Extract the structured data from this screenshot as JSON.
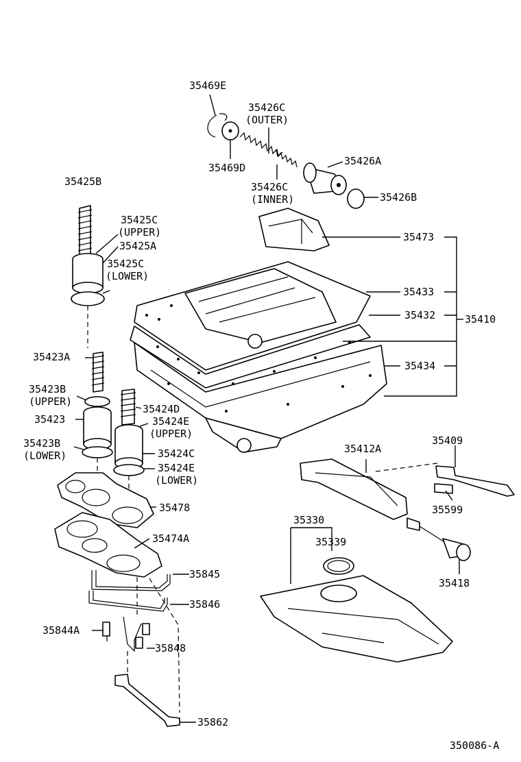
{
  "diagram": {
    "code": "350086-A",
    "labels": [
      {
        "id": "35469E",
        "lines": [
          "35469E"
        ]
      },
      {
        "id": "35426C_OUTER",
        "lines": [
          "35426C",
          "(OUTER)"
        ]
      },
      {
        "id": "35469D",
        "lines": [
          "35469D"
        ]
      },
      {
        "id": "35426C_INNER",
        "lines": [
          "35426C",
          "(INNER)"
        ]
      },
      {
        "id": "35426A",
        "lines": [
          "35426A"
        ]
      },
      {
        "id": "35426B",
        "lines": [
          "35426B"
        ]
      },
      {
        "id": "35425B",
        "lines": [
          "35425B"
        ]
      },
      {
        "id": "35425C_UPPER",
        "lines": [
          "35425C",
          "(UPPER)"
        ]
      },
      {
        "id": "35425A",
        "lines": [
          "35425A"
        ]
      },
      {
        "id": "35425C_LOWER",
        "lines": [
          "35425C",
          "(LOWER)"
        ]
      },
      {
        "id": "35473",
        "lines": [
          "35473"
        ]
      },
      {
        "id": "35433",
        "lines": [
          "35433"
        ]
      },
      {
        "id": "35432",
        "lines": [
          "35432"
        ]
      },
      {
        "id": "35410",
        "lines": [
          "35410"
        ]
      },
      {
        "id": "35434",
        "lines": [
          "35434"
        ]
      },
      {
        "id": "35423A",
        "lines": [
          "35423A"
        ]
      },
      {
        "id": "35423B_UPPER",
        "lines": [
          "35423B",
          "(UPPER)"
        ]
      },
      {
        "id": "35423",
        "lines": [
          "35423"
        ]
      },
      {
        "id": "35424D",
        "lines": [
          "35424D"
        ]
      },
      {
        "id": "35424E_UPPER",
        "lines": [
          "35424E",
          "(UPPER)"
        ]
      },
      {
        "id": "35423B_LOWER",
        "lines": [
          "35423B",
          "(LOWER)"
        ]
      },
      {
        "id": "35424C",
        "lines": [
          "35424C"
        ]
      },
      {
        "id": "35424E_LOWER",
        "lines": [
          "35424E",
          "(LOWER)"
        ]
      },
      {
        "id": "35412A",
        "lines": [
          "35412A"
        ]
      },
      {
        "id": "35409",
        "lines": [
          "35409"
        ]
      },
      {
        "id": "35599",
        "lines": [
          "35599"
        ]
      },
      {
        "id": "35478",
        "lines": [
          "35478"
        ]
      },
      {
        "id": "35474A",
        "lines": [
          "35474A"
        ]
      },
      {
        "id": "35330",
        "lines": [
          "35330"
        ]
      },
      {
        "id": "35339",
        "lines": [
          "35339"
        ]
      },
      {
        "id": "35418",
        "lines": [
          "35418"
        ]
      },
      {
        "id": "35845",
        "lines": [
          "35845"
        ]
      },
      {
        "id": "35846",
        "lines": [
          "35846"
        ]
      },
      {
        "id": "35844A",
        "lines": [
          "35844A"
        ]
      },
      {
        "id": "35848",
        "lines": [
          "35848"
        ]
      },
      {
        "id": "35862",
        "lines": [
          "35862"
        ]
      }
    ]
  }
}
